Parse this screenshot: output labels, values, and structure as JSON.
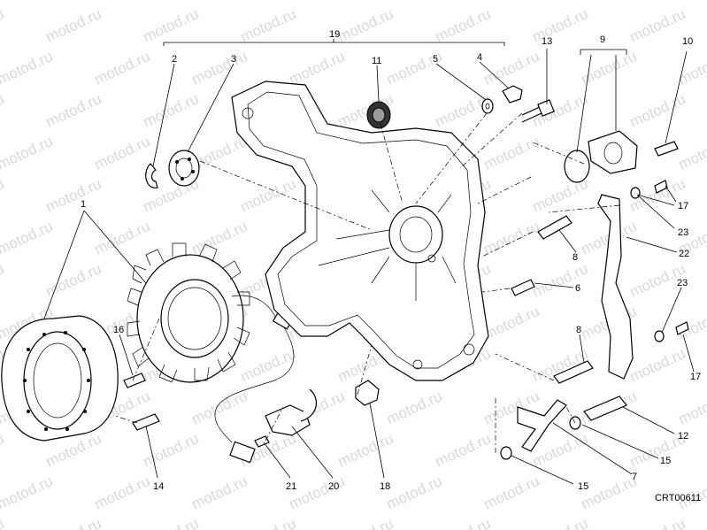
{
  "watermark": "motod.ru",
  "drawing_code": "CRT00611",
  "callouts": [
    {
      "id": "c19",
      "text": "19"
    },
    {
      "id": "c2",
      "text": "2"
    },
    {
      "id": "c3",
      "text": "3"
    },
    {
      "id": "c11",
      "text": "11"
    },
    {
      "id": "c5",
      "text": "5"
    },
    {
      "id": "c4",
      "text": "4"
    },
    {
      "id": "c13",
      "text": "13"
    },
    {
      "id": "c9",
      "text": "9"
    },
    {
      "id": "c10",
      "text": "10"
    },
    {
      "id": "c1",
      "text": "1"
    },
    {
      "id": "c17a",
      "text": "17"
    },
    {
      "id": "c23a",
      "text": "23"
    },
    {
      "id": "c8a",
      "text": "8"
    },
    {
      "id": "c22",
      "text": "22"
    },
    {
      "id": "c6",
      "text": "6"
    },
    {
      "id": "c23b",
      "text": "23"
    },
    {
      "id": "c8b",
      "text": "8"
    },
    {
      "id": "c16",
      "text": "16"
    },
    {
      "id": "c17b",
      "text": "17"
    },
    {
      "id": "c12",
      "text": "12"
    },
    {
      "id": "c15a",
      "text": "15"
    },
    {
      "id": "c7",
      "text": "7"
    },
    {
      "id": "c15b",
      "text": "15"
    },
    {
      "id": "c14",
      "text": "14"
    },
    {
      "id": "c21",
      "text": "21"
    },
    {
      "id": "c20",
      "text": "20"
    },
    {
      "id": "c18",
      "text": "18"
    }
  ]
}
